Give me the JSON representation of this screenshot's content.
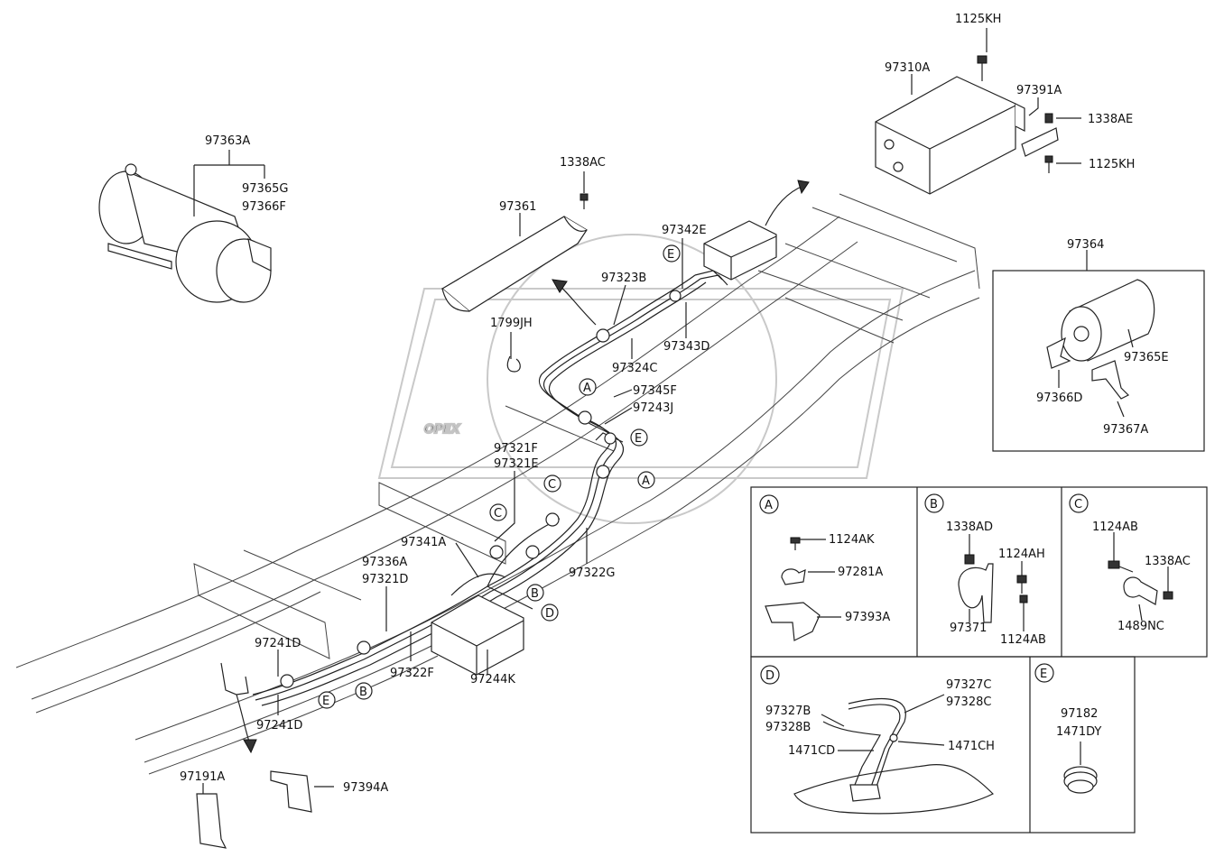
{
  "watermark": "OPEX",
  "callouts": [
    "A",
    "B",
    "C",
    "D",
    "E"
  ],
  "main_labels": {
    "p97363A": "97363A",
    "p97365G": "97365G",
    "p97366F": "97366F",
    "p1338AC_top": "1338AC",
    "p97361": "97361",
    "p97342E": "97342E",
    "p97323B": "97323B",
    "p1799JH": "1799JH",
    "p97343D": "97343D",
    "p97324C": "97324C",
    "p97345F": "97345F",
    "p97243J": "97243J",
    "p97321F": "97321F",
    "p97321E": "97321E",
    "p97341A": "97341A",
    "p97336A": "97336A",
    "p97321D": "97321D",
    "p97322G": "97322G",
    "p97322F": "97322F",
    "p97244K": "97244K",
    "p97241D_a": "97241D",
    "p97241D_b": "97241D",
    "p97191A": "97191A",
    "p97394A": "97394A",
    "p97310A": "97310A",
    "p1125KH_a": "1125KH",
    "p1125KH_b": "1125KH",
    "p97391A": "97391A",
    "p1338AE": "1338AE"
  },
  "box_97364": {
    "title": "97364",
    "p97365E": "97365E",
    "p97366D": "97366D",
    "p97367A": "97367A"
  },
  "detail_A": {
    "letter": "A",
    "p1124AK": "1124AK",
    "p97281A": "97281A",
    "p97393A": "97393A"
  },
  "detail_B": {
    "letter": "B",
    "p1338AD": "1338AD",
    "p1124AH": "1124AH",
    "p97371": "97371",
    "p1124AB": "1124AB"
  },
  "detail_C": {
    "letter": "C",
    "p1124AB": "1124AB",
    "p1338AC": "1338AC",
    "p1489NC": "1489NC"
  },
  "detail_D": {
    "letter": "D",
    "p97327C": "97327C",
    "p97328C": "97328C",
    "p97327B": "97327B",
    "p97328B": "97328B",
    "p1471CD": "1471CD",
    "p1471CH": "1471CH"
  },
  "detail_E": {
    "letter": "E",
    "p97182": "97182",
    "p1471DY": "1471DY"
  }
}
